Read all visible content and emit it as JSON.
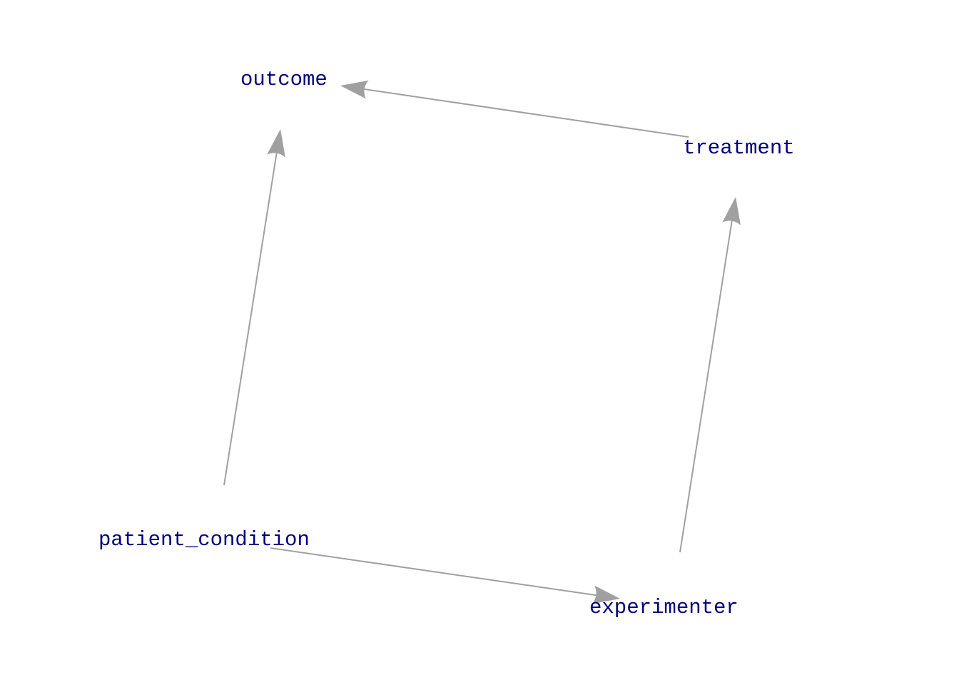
{
  "diagram": {
    "type": "directed-graph",
    "label_color": "#00007f",
    "edge_color": "#a0a0a0",
    "nodes": [
      {
        "id": "outcome",
        "label": "outcome"
      },
      {
        "id": "treatment",
        "label": "treatment"
      },
      {
        "id": "patient_condition",
        "label": "patient_condition"
      },
      {
        "id": "experimenter",
        "label": "experimenter"
      }
    ],
    "edges": [
      {
        "from": "treatment",
        "to": "outcome"
      },
      {
        "from": "patient_condition",
        "to": "outcome"
      },
      {
        "from": "patient_condition",
        "to": "experimenter"
      },
      {
        "from": "experimenter",
        "to": "treatment"
      }
    ]
  }
}
